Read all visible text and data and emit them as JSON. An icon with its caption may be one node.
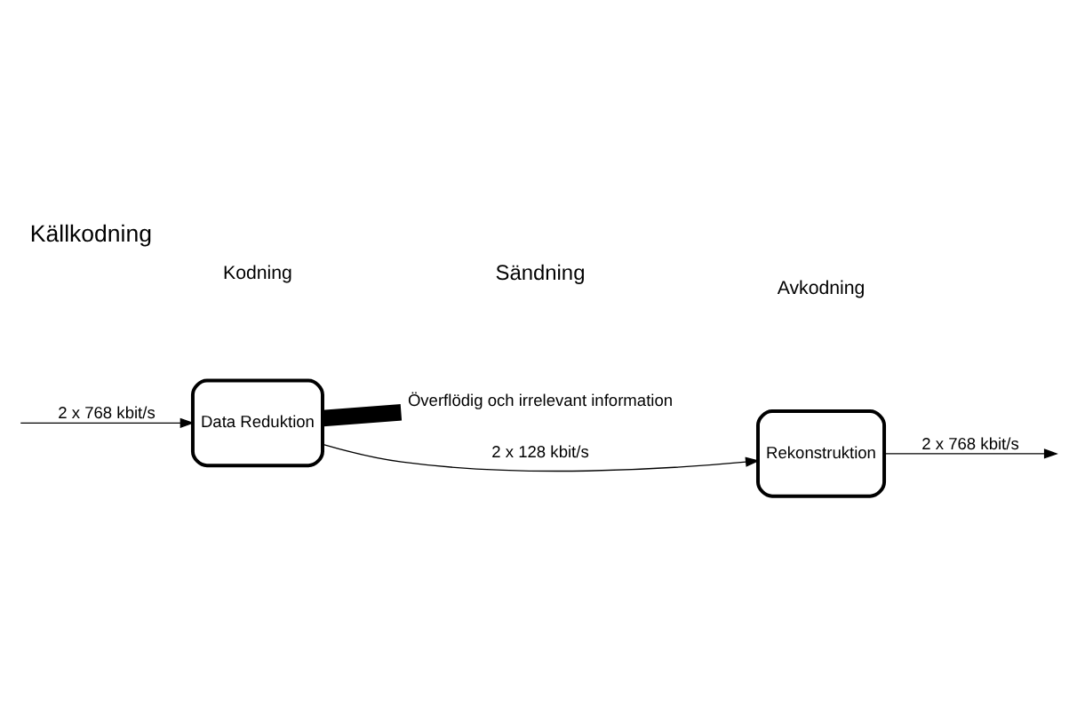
{
  "diagram": {
    "title": "Källkodning",
    "nodes": [
      {
        "text": [
          "Data Reduktion"
        ]
      },
      {
        "text": [
          "Rekonstruktion"
        ]
      },
      {
        "text": [
          "Överflödig och irrelevant information"
        ]
      }
    ],
    "edges": [
      {
        "from": null,
        "to": 0,
        "arrow": "to",
        "label": "2 x 768 kbit/s"
      },
      {
        "from": 0,
        "to": 1,
        "arrow": "to",
        "label": "2 x 128 kbit/s"
      },
      {
        "from": 1,
        "to": null,
        "arrow": "to",
        "label": "2 x 768 kbit/s"
      },
      {
        "from": 0,
        "to": 2,
        "arrow": "none",
        "style": "thick"
      }
    ],
    "labels": [
      "Sändning",
      "Kodning",
      "Avkodning"
    ]
  }
}
